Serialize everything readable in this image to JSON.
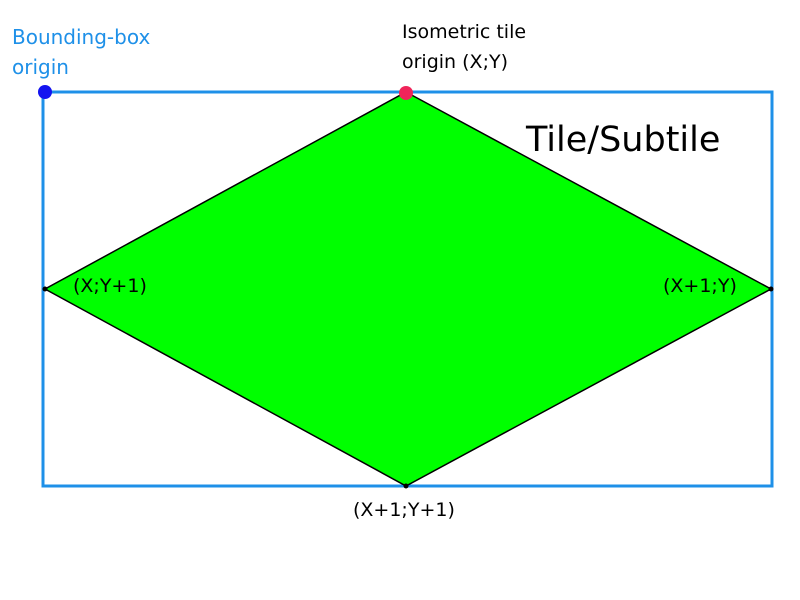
{
  "labels": {
    "bounding_box_origin": "Bounding-box origin",
    "isometric_tile_origin": "Isometric tile origin (X;Y)",
    "tile_title": "Tile/Subtile",
    "left_vertex": "(X;Y+1)",
    "right_vertex": "(X+1;Y)",
    "bottom_vertex": "(X+1;Y+1)"
  },
  "colors": {
    "bounding_box": "#1E90E8",
    "tile_fill": "#00FF00",
    "tile_outline": "#000000",
    "bounding_box_origin_marker": "#1414F0",
    "tile_origin_marker": "#F0245A",
    "bounding_box_label": "#1E90E8",
    "text": "#000000"
  }
}
